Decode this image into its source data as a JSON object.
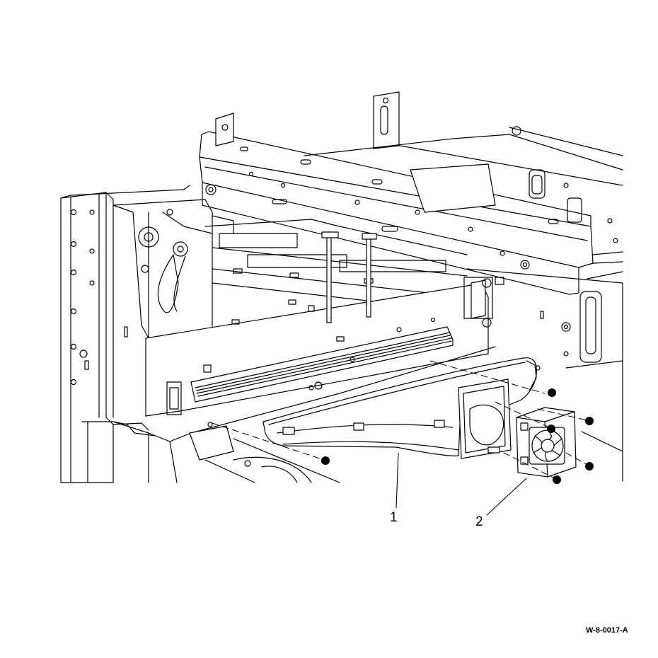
{
  "callouts": [
    {
      "number": "1",
      "part": "duct"
    },
    {
      "number": "2",
      "part": "fan"
    }
  ],
  "figure_id": "W-8-0017-A",
  "colors": {
    "line": "#000000",
    "background": "#ffffff",
    "fill": "#ffffff"
  }
}
